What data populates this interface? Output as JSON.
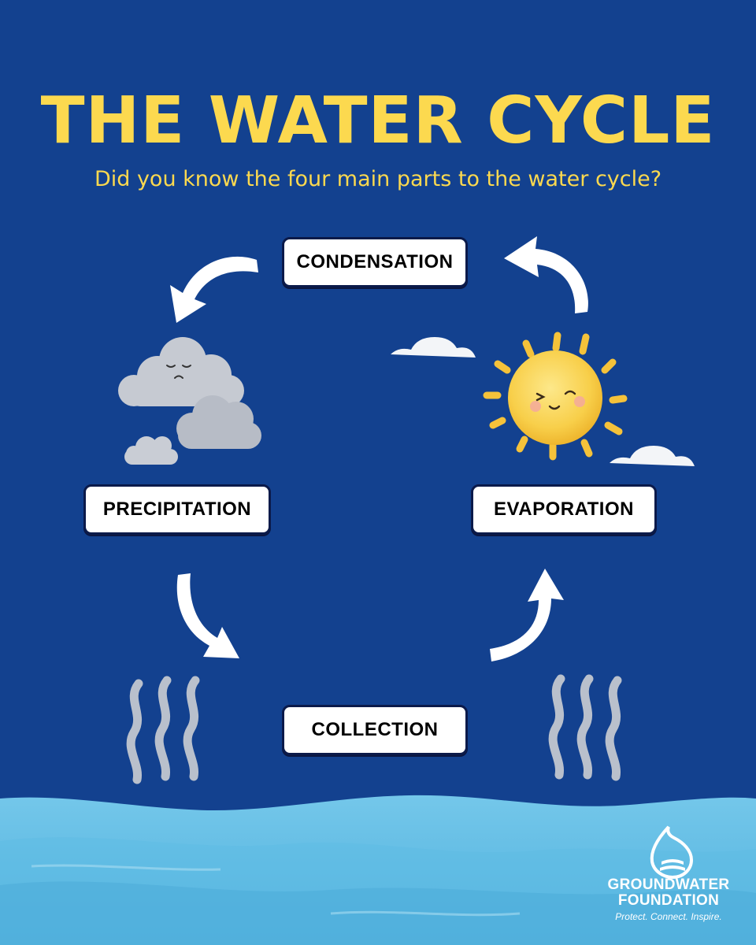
{
  "title": "THE WATER CYCLE",
  "subtitle": "Did you know the four main parts to the water cycle?",
  "stages": {
    "condensation": "CONDENSATION",
    "precipitation": "PRECIPITATION",
    "evaporation": "EVAPORATION",
    "collection": "COLLECTION"
  },
  "logo": {
    "name_line1": "GROUNDWATER",
    "name_line2": "FOUNDATION",
    "tagline": "Protect. Connect. Inspire."
  },
  "colors": {
    "background": "#13418f",
    "title": "#fcd94f",
    "label_box": "#ffffff",
    "arrow": "#ffffff",
    "water": "#6fc3e6",
    "cloud": "#c5cad3",
    "sun": "#f8cf4a",
    "steam": "#b7bfcc"
  },
  "icons": [
    "cloud-icon",
    "sun-icon",
    "arrow-icon",
    "steam-icon",
    "water-waves",
    "groundwater-drop-logo"
  ]
}
